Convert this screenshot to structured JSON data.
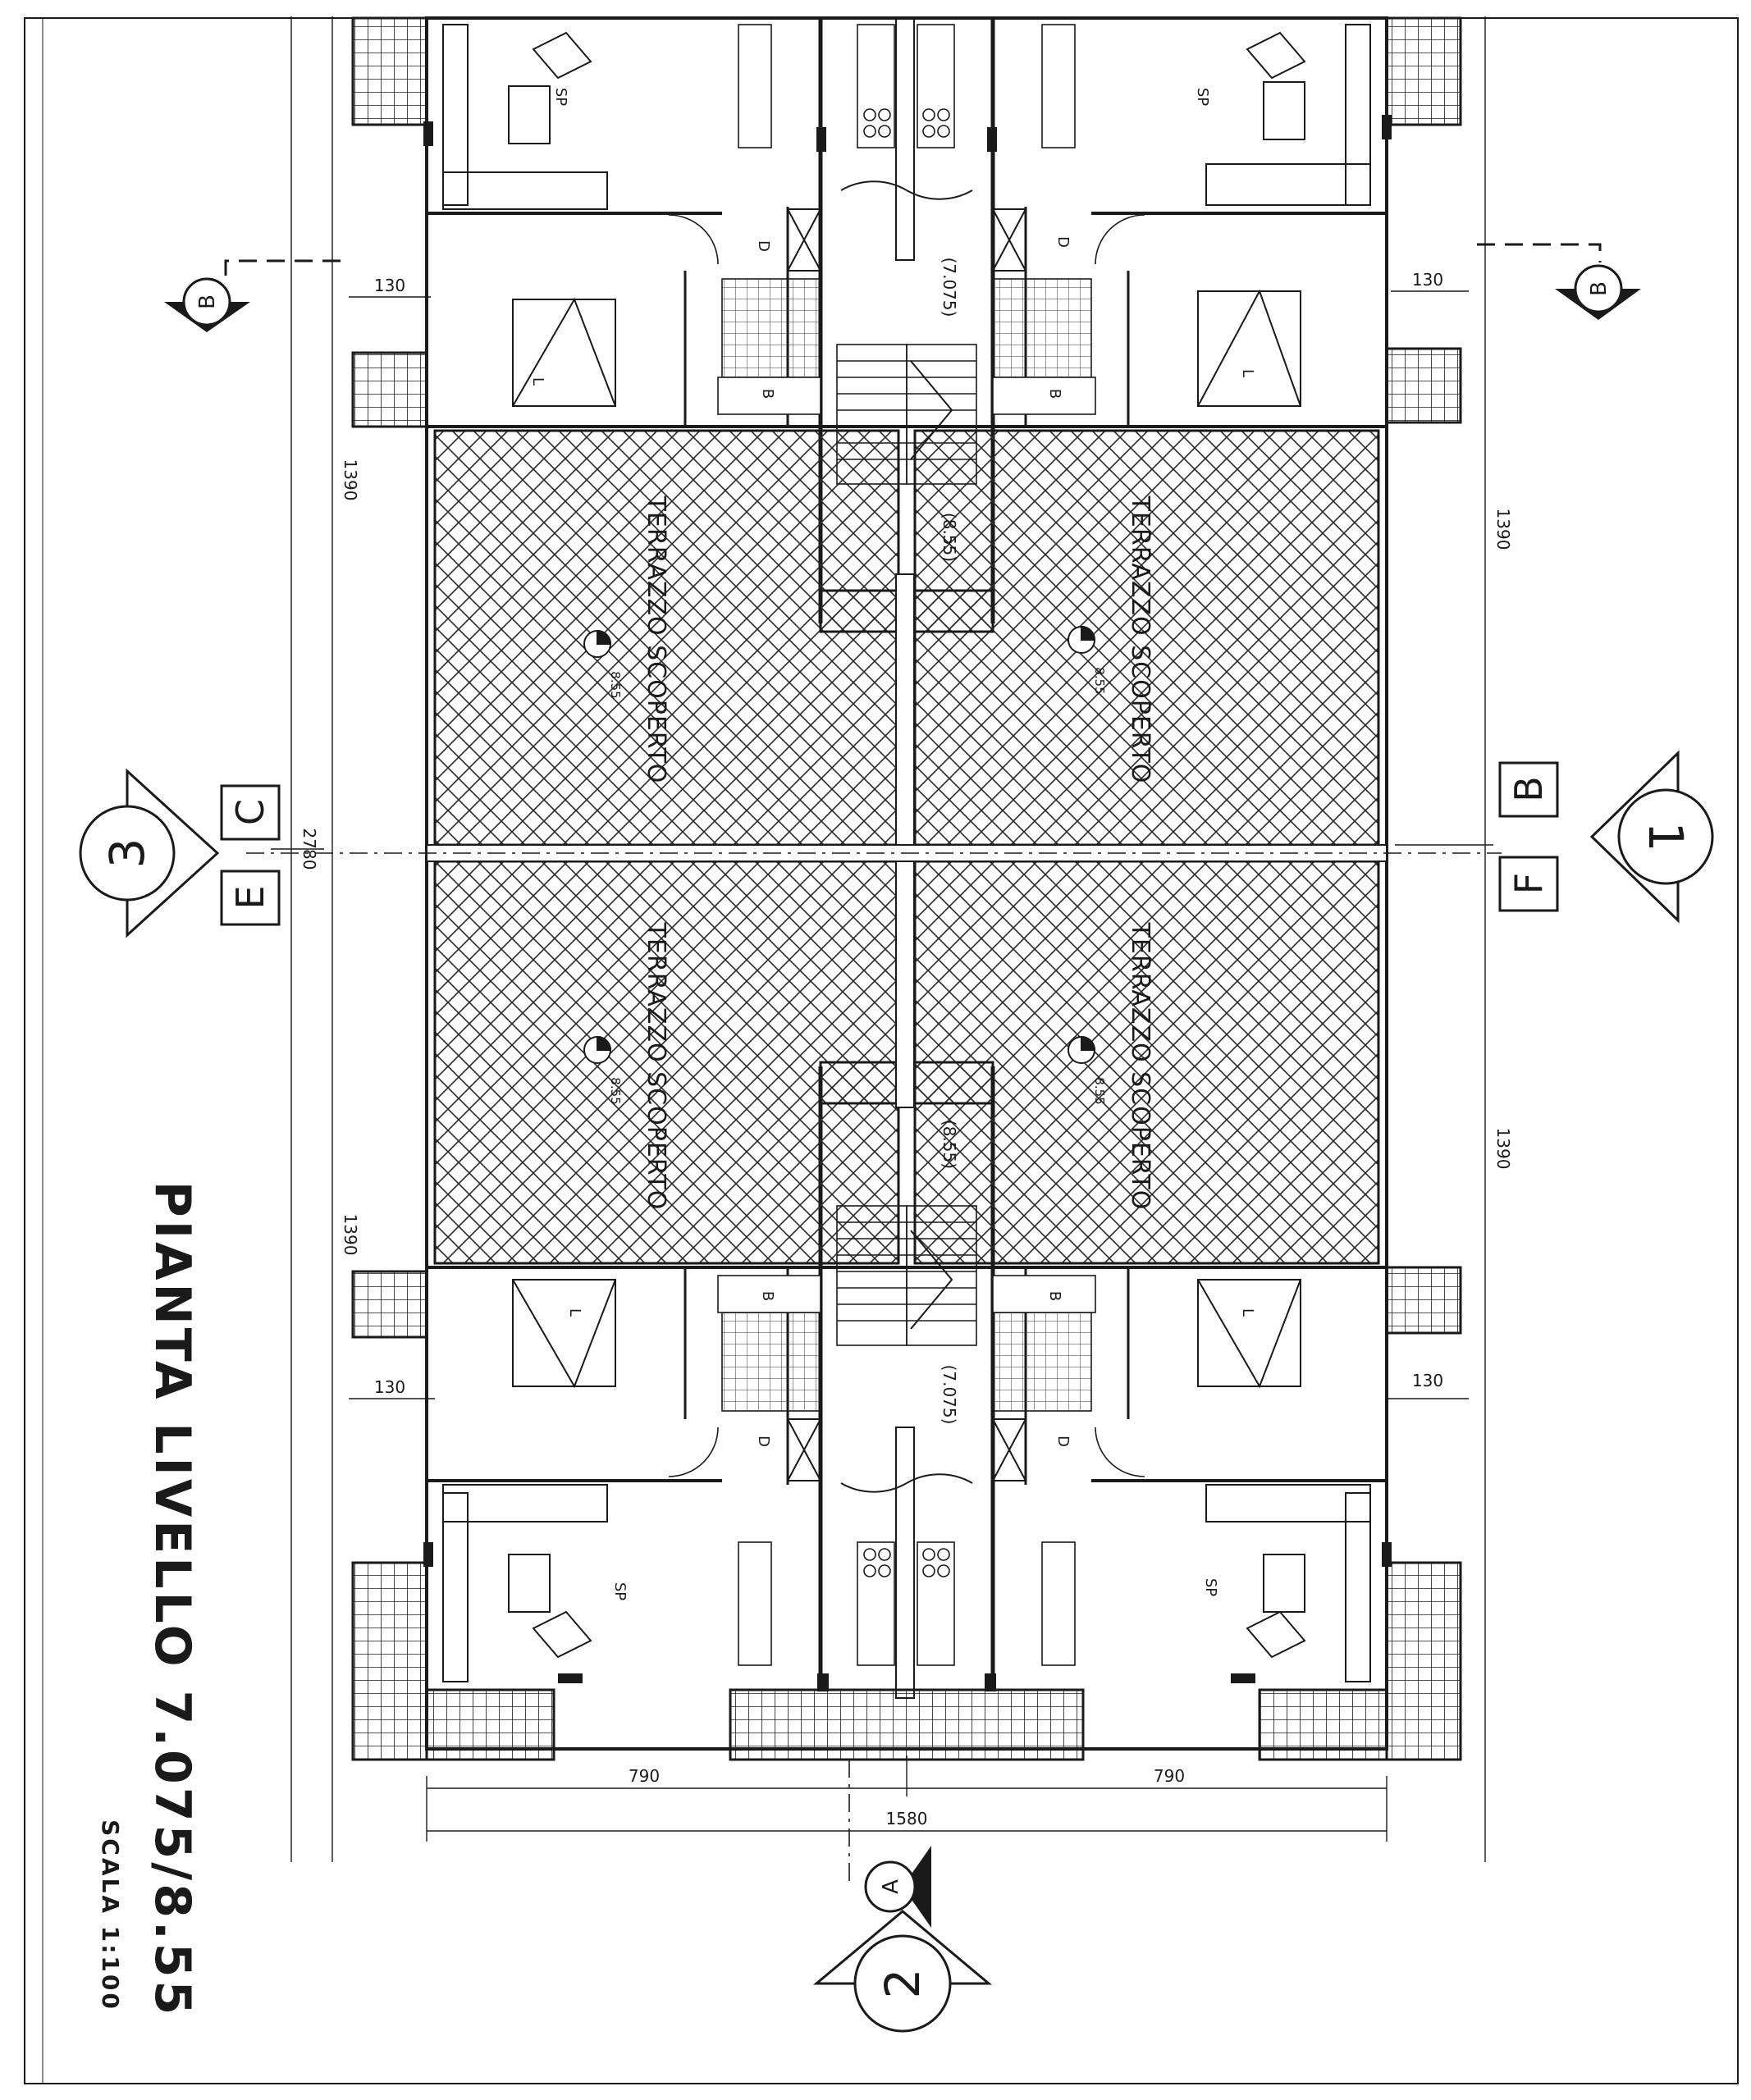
{
  "drawing": {
    "title": "PIANTA LIVELLO 7.075/8.55",
    "scale": "SCALA 1:100",
    "terrace_label": "TERRAZZO SCOPERTO",
    "terrace_spot_level": "8.55",
    "room_labels": {
      "living": "SP",
      "bedroom": "L",
      "bath": "B",
      "closet": "D"
    },
    "stair_levels": {
      "landing": "(7.075)",
      "terrace": "(8.55)"
    },
    "dimensions": {
      "side_130": "130",
      "half_1390": "1390",
      "total_2780": "2780",
      "bay_790": "790",
      "total_1580": "1580"
    },
    "grid_axes": {
      "left": {
        "number": "3",
        "letters": [
          "C",
          "E"
        ]
      },
      "right": {
        "number": "1",
        "letters": [
          "B",
          "F"
        ]
      },
      "bottom": {
        "number": "2"
      }
    },
    "section_markers": {
      "side": "B",
      "bottom": "A"
    }
  },
  "colors": {
    "ink": "#1a1a1a",
    "paper": "#ffffff",
    "hatch": "#2a2a2a"
  }
}
